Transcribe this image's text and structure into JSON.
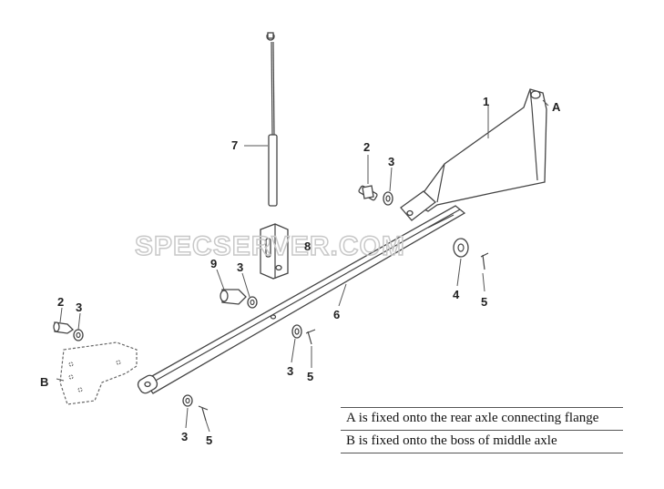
{
  "watermark": "SPECSERVER.COM",
  "labels": {
    "p1": "1",
    "pA": "A",
    "p2a": "2",
    "p3a": "3",
    "p7": "7",
    "p8": "8",
    "p9": "9",
    "p3b": "3",
    "p6": "6",
    "p4": "4",
    "p5a": "5",
    "p2b": "2",
    "p3c": "3",
    "pB": "B",
    "p3d": "3",
    "p5b": "5",
    "p3e": "3",
    "p5c": "5"
  },
  "notes": [
    "A is fixed onto the rear axle connecting flange",
    "B is fixed onto the boss of middle axle"
  ]
}
